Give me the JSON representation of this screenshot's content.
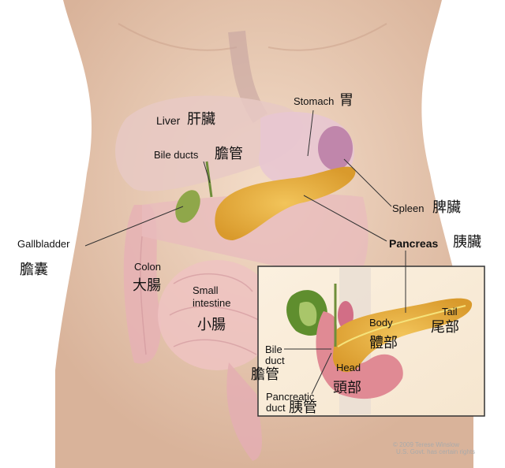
{
  "labels": {
    "liver": "Liver",
    "liver_zh": "肝臟",
    "bile_ducts": "Bile ducts",
    "bile_ducts_zh": "膽管",
    "stomach": "Stomach",
    "stomach_zh": "胃",
    "spleen": "Spleen",
    "spleen_zh": "脾臟",
    "pancreas": "Pancreas",
    "pancreas_zh": "胰臟",
    "gallbladder": "Gallbladder",
    "gallbladder_zh": "膽囊",
    "colon": "Colon",
    "colon_zh": "大腸",
    "small_intestine_1": "Small",
    "small_intestine_2": "intestine",
    "small_intestine_zh": "小腸"
  },
  "inset": {
    "bile_duct_1": "Bile",
    "bile_duct_2": "duct",
    "bile_duct_zh": "膽管",
    "head": "Head",
    "head_zh": "頭部",
    "pancreatic_duct_1": "Pancreatic",
    "pancreatic_duct_2": "duct",
    "pancreatic_duct_zh": "胰管",
    "body": "Body",
    "body_zh": "體部",
    "tail": "Tail",
    "tail_zh": "尾部"
  },
  "copyright": {
    "line1": "© 2009 Terese Winslow",
    "line2": "U.S. Govt. has certain rights"
  }
}
